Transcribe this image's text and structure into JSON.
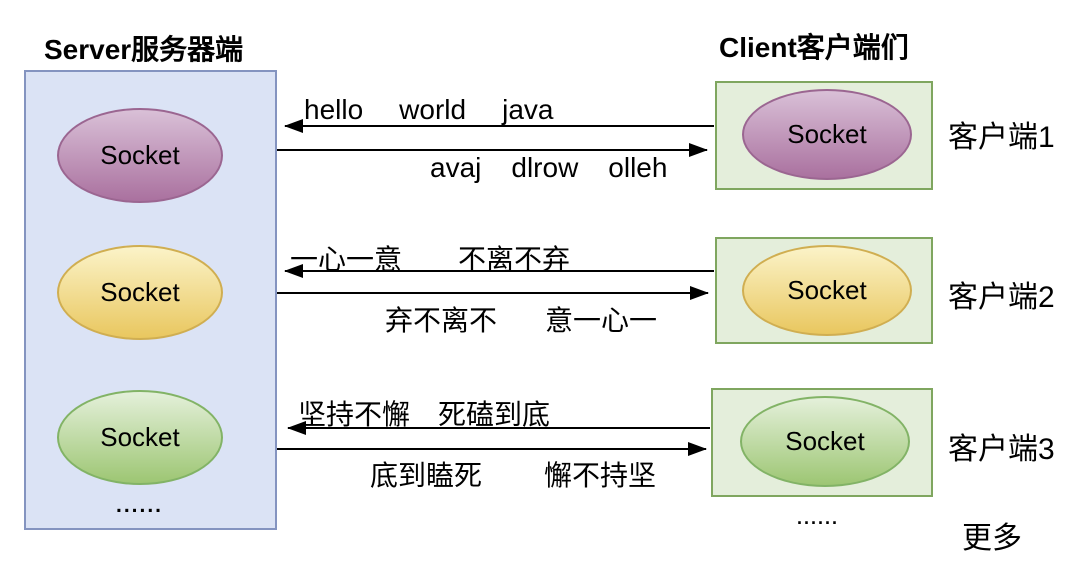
{
  "diagram": {
    "server": {
      "title": "Server服务器端",
      "sockets": [
        "Socket",
        "Socket",
        "Socket"
      ],
      "more_dots": "......"
    },
    "client": {
      "title": "Client客户端们",
      "items": [
        {
          "socket": "Socket",
          "label": "客户端1"
        },
        {
          "socket": "Socket",
          "label": "客户端2"
        },
        {
          "socket": "Socket",
          "label": "客户端3"
        }
      ],
      "more_dots": "......",
      "more_label": "更多"
    },
    "messages": [
      {
        "to_server": [
          "hello",
          "world",
          "java"
        ],
        "to_client": [
          "avaj",
          "dlrow",
          "olleh"
        ]
      },
      {
        "to_server": [
          "一心一意",
          "不离不弃"
        ],
        "to_client": [
          "弃不离不",
          "意一心一"
        ]
      },
      {
        "to_server": [
          "坚持不懈",
          "死磕到底"
        ],
        "to_client": [
          "底到瞌死",
          "懈不持坚"
        ]
      }
    ],
    "colors": {
      "server_box_fill": "#dbe3f5",
      "server_box_border": "#8494c0",
      "client_box_fill": "#e4eedb",
      "client_box_border": "#7fa65f",
      "socket_purple_top": "#d9c0d7",
      "socket_purple_bottom": "#aa719f",
      "socket_yellow_top": "#fbf3c8",
      "socket_yellow_bottom": "#e9c75f",
      "socket_green_top": "#e4f0da",
      "socket_green_bottom": "#9dc673",
      "arrow": "#000000",
      "text": "#000000"
    }
  }
}
